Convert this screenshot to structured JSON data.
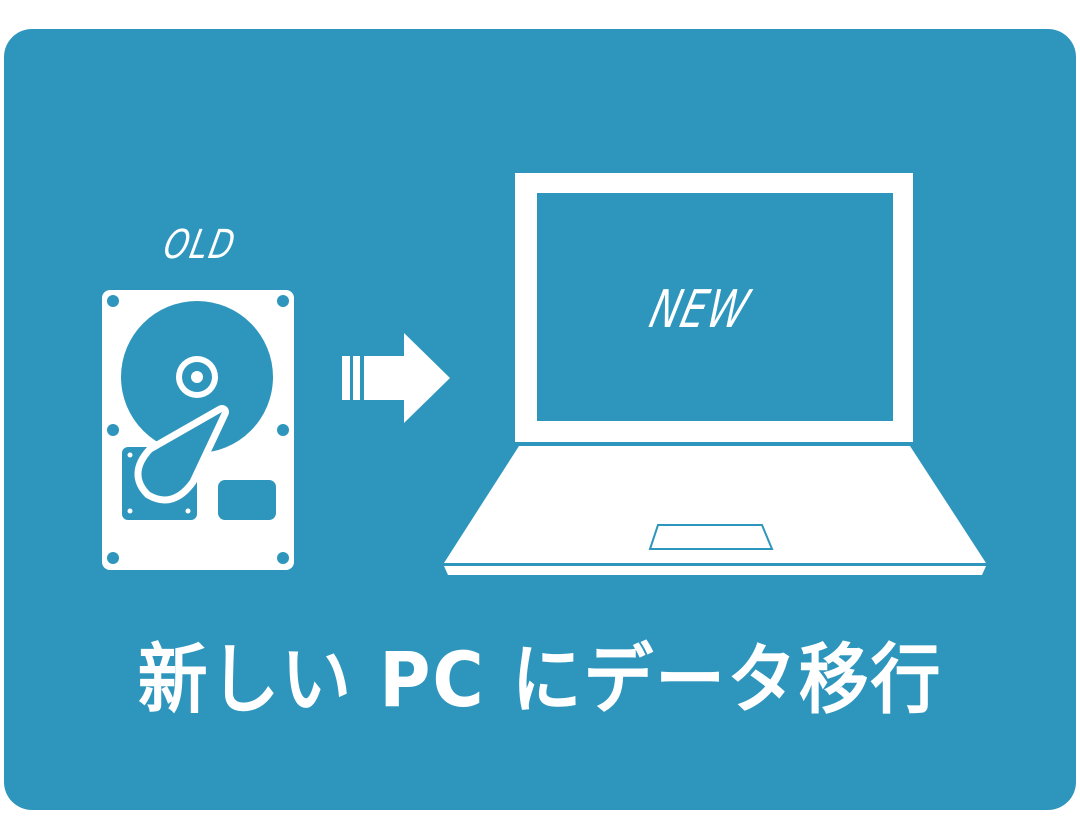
{
  "graphic": {
    "old_label": "OLD",
    "new_label": "NEW",
    "headline": "新しい PC にデータ移行",
    "icons": {
      "source": "hard-drive-icon",
      "direction": "arrow-right-icon",
      "target": "laptop-icon"
    }
  },
  "colors": {
    "background": "#ffffff",
    "panel": "#2e96bd",
    "foreground": "#ffffff"
  }
}
